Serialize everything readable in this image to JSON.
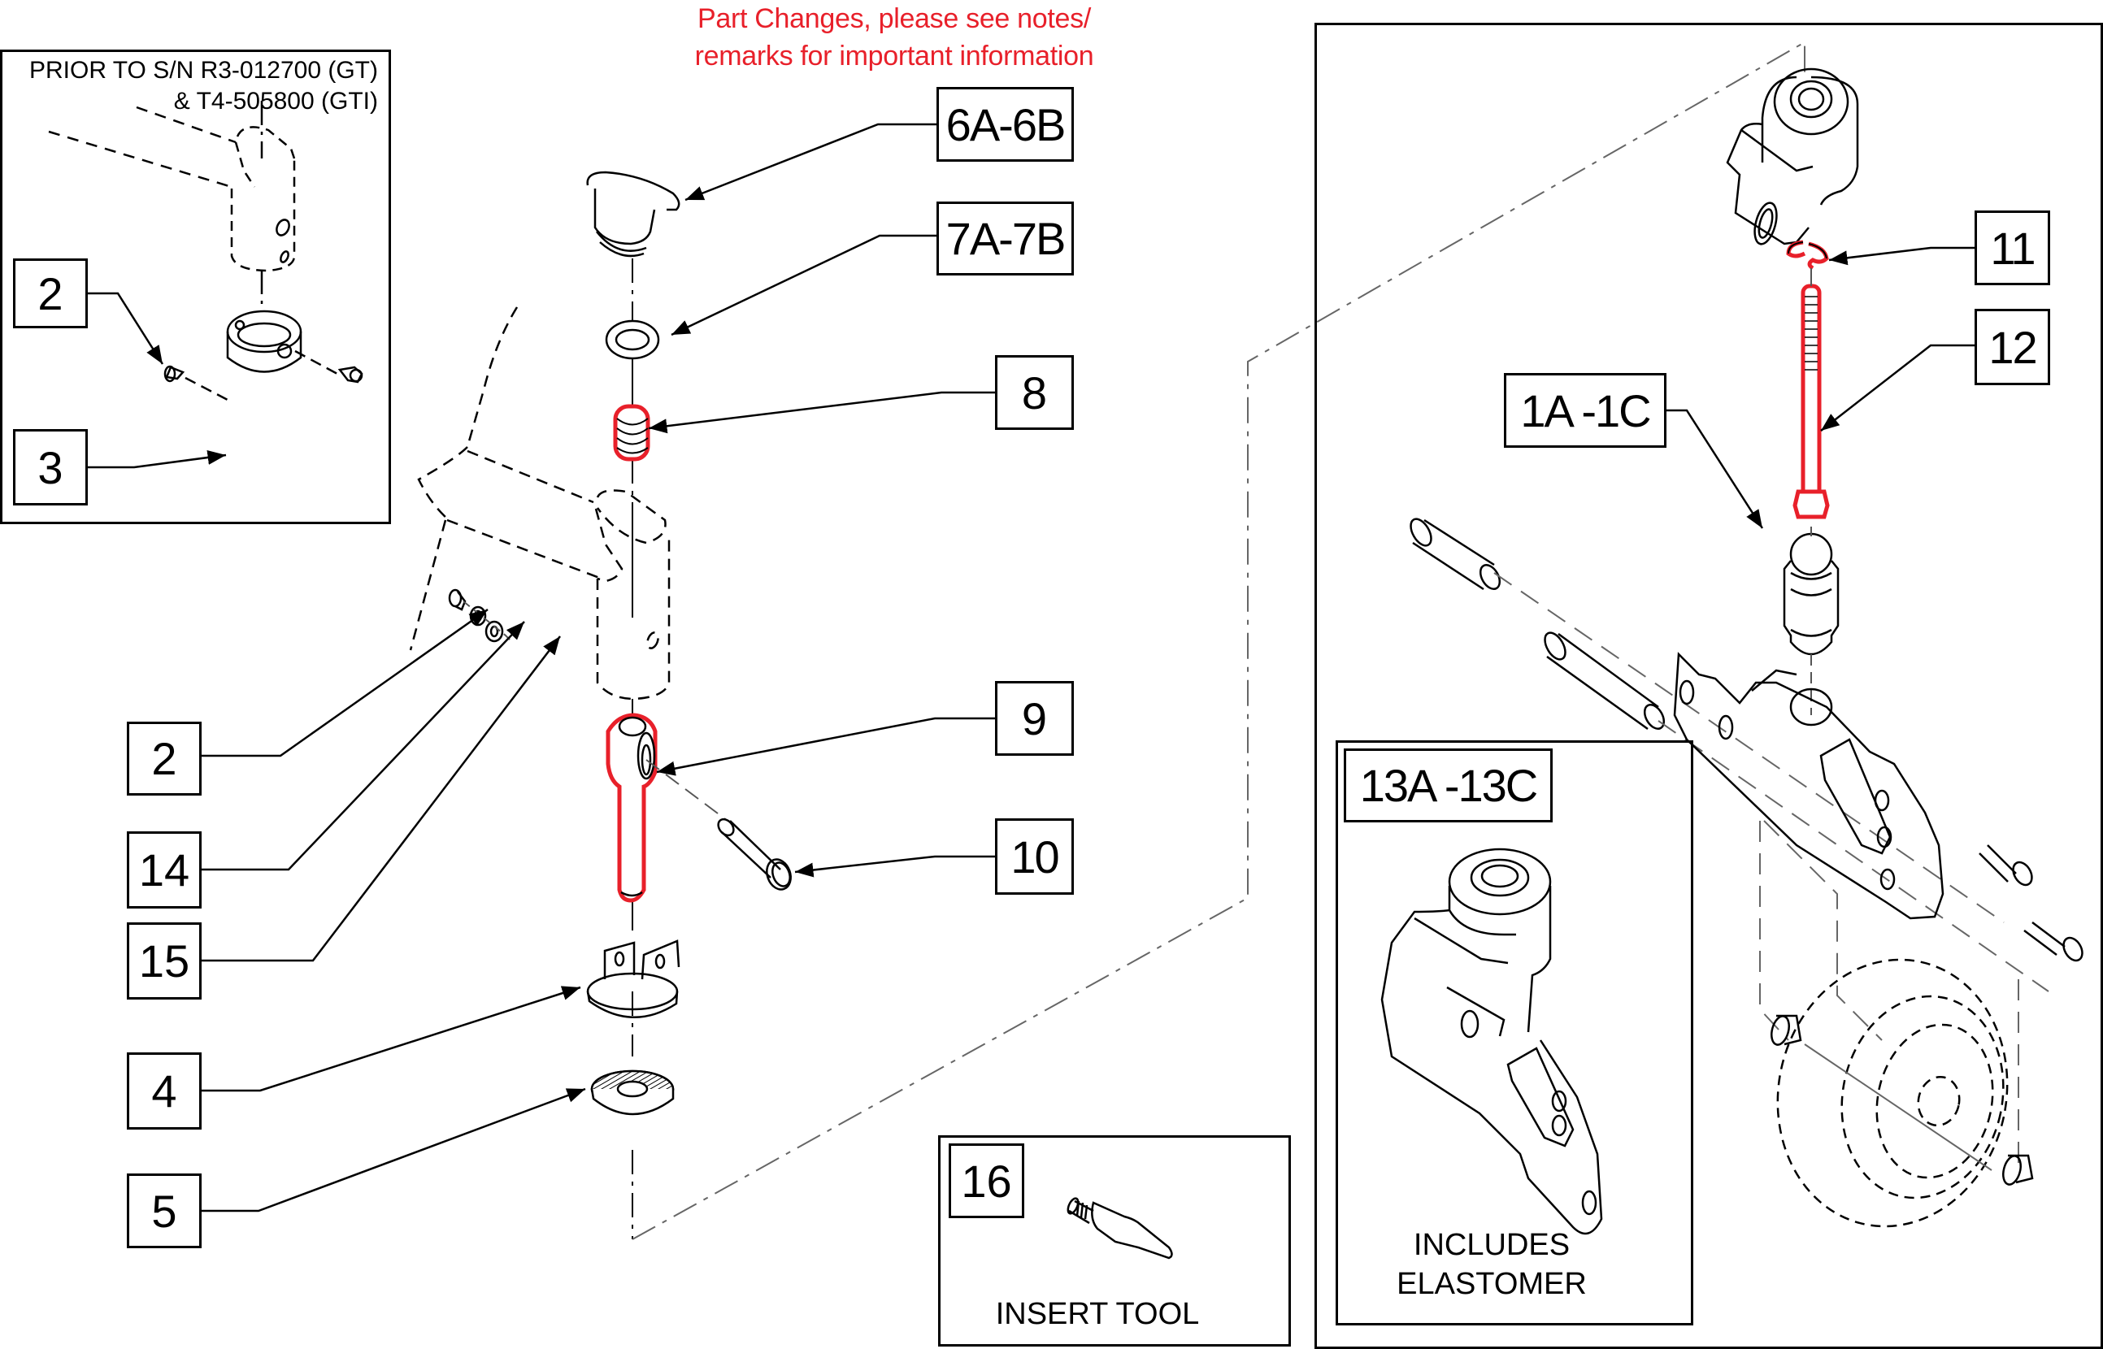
{
  "notice": {
    "line1": "Part Changes, please see notes/",
    "line2": "remarks for important information",
    "color": "#e8202a"
  },
  "inset_prior": {
    "title_line1": "PRIOR TO S/N R3-012700 (GT)",
    "title_line2": "& T4-505800 (GTI)",
    "callouts": [
      {
        "id": "2",
        "label": "2"
      },
      {
        "id": "3",
        "label": "3"
      }
    ]
  },
  "callouts": {
    "c6": "6A-6B",
    "c7": "7A-7B",
    "c8": "8",
    "c9": "9",
    "c10": "10",
    "c2": "2",
    "c14": "14",
    "c15": "15",
    "c4": "4",
    "c5": "5",
    "c11": "11",
    "c12": "12",
    "c1": "1A -1C"
  },
  "highlighted_parts": [
    "8",
    "9",
    "11",
    "12"
  ],
  "inset_fork": {
    "label": "13A -13C",
    "caption_line1": "INCLUDES",
    "caption_line2": "ELASTOMER"
  },
  "inset_tool": {
    "label": "16",
    "caption": "INSERT TOOL"
  }
}
